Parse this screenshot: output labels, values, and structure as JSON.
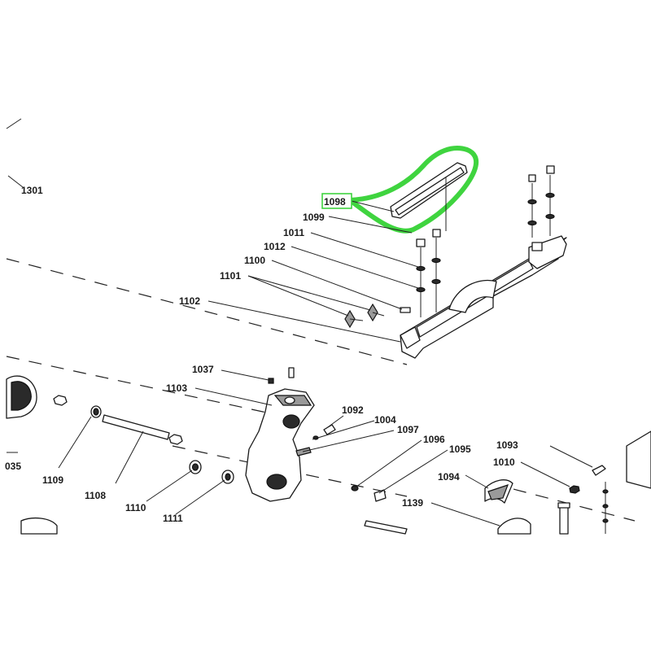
{
  "diagram": {
    "highlight_color": "#3fd43f",
    "highlighted_part": "1098",
    "callouts": {
      "c1301": "1301",
      "c1098": "1098",
      "c1099": "1099",
      "c1011": "1011",
      "c1012": "1012",
      "c1100": "1100",
      "c1101": "1101",
      "c1102": "1102",
      "c1037": "1037",
      "c1103": "1103",
      "c1092": "1092",
      "c1004": "1004",
      "c1097": "1097",
      "c1096": "1096",
      "c1095": "1095",
      "c1093": "1093",
      "c1010": "1010",
      "c1094": "1094",
      "c1139": "1139",
      "c035": "035",
      "c1109": "1109",
      "c1108": "1108",
      "c1110": "1110",
      "c1111": "1111"
    }
  }
}
